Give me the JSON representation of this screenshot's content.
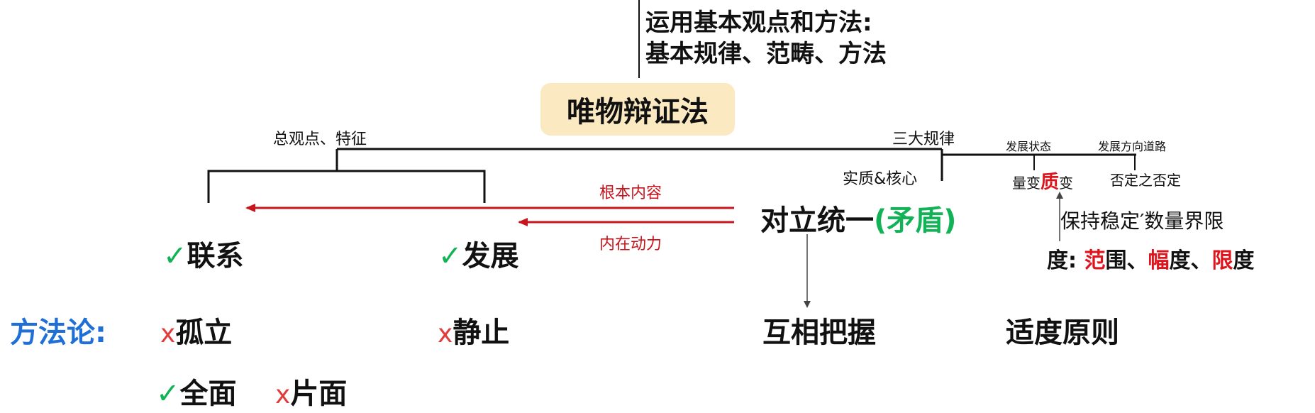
{
  "top_note": {
    "line1": "运用基本观点和方法:",
    "line2": "基本规律、范畴、方法"
  },
  "title": "唯物辩证法",
  "left_branch": {
    "label": "总观点、特征",
    "items": [
      {
        "mark": "✓",
        "label": "联系",
        "opposite_mark": "x",
        "opposite": "孤立"
      },
      {
        "mark": "✓",
        "label": "发展",
        "opposite_mark": "x",
        "opposite": "静止"
      }
    ]
  },
  "right_branch": {
    "label": "三大规律",
    "core_label": "实质&核心",
    "law_states": {
      "label": "发展状态",
      "value_pre": "量变",
      "value_mid": "质",
      "value_post": "变"
    },
    "law_direction": {
      "label": "发展方向道路",
      "value": "否定之否定"
    }
  },
  "arrows": {
    "top": "根本内容",
    "bottom": "内在动力"
  },
  "unity": {
    "main": "对立统一",
    "paren": "(矛盾)",
    "result": "互相把握"
  },
  "measure": {
    "note": "保持稳定′数量界限",
    "prefix": "度:",
    "p1": "范",
    "p1b": "围、",
    "p2": "幅",
    "p2b": "度、",
    "p3": "限",
    "p3b": "度",
    "principle": "适度原则"
  },
  "methodology": {
    "label": "方法论:",
    "whole_mark": "✓",
    "whole": "全面",
    "part_mark": "x",
    "part": "片面"
  },
  "colors": {
    "title_bg": "#fbe9c2",
    "arrow_red": "#c8141c",
    "check_green": "#12b356",
    "x_red": "#e23b3b",
    "methodology_blue": "#1f6fd6"
  }
}
